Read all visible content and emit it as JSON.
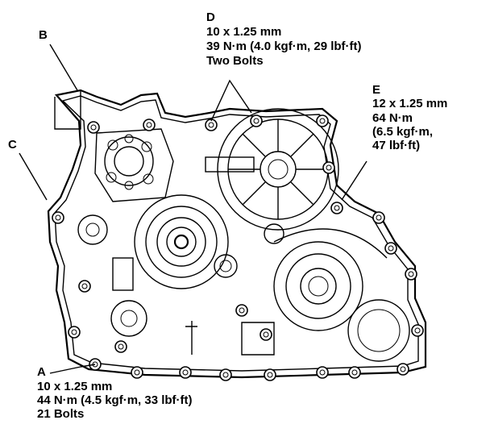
{
  "callouts": {
    "A": {
      "letter": "A",
      "lines": [
        "10 x 1.25 mm",
        "44 N·m (4.5 kgf·m, 33 lbf·ft)",
        "21 Bolts"
      ]
    },
    "B": {
      "letter": "B"
    },
    "C": {
      "letter": "C"
    },
    "D": {
      "letter": "D",
      "lines": [
        "10 x 1.25 mm",
        "39 N·m (4.0 kgf·m, 29 lbf·ft)",
        "Two Bolts"
      ]
    },
    "E": {
      "letter": "E",
      "lines": [
        "12 x 1.25 mm",
        "64 N·m",
        "(6.5 kgf·m,",
        "47 lbf·ft)"
      ]
    }
  }
}
